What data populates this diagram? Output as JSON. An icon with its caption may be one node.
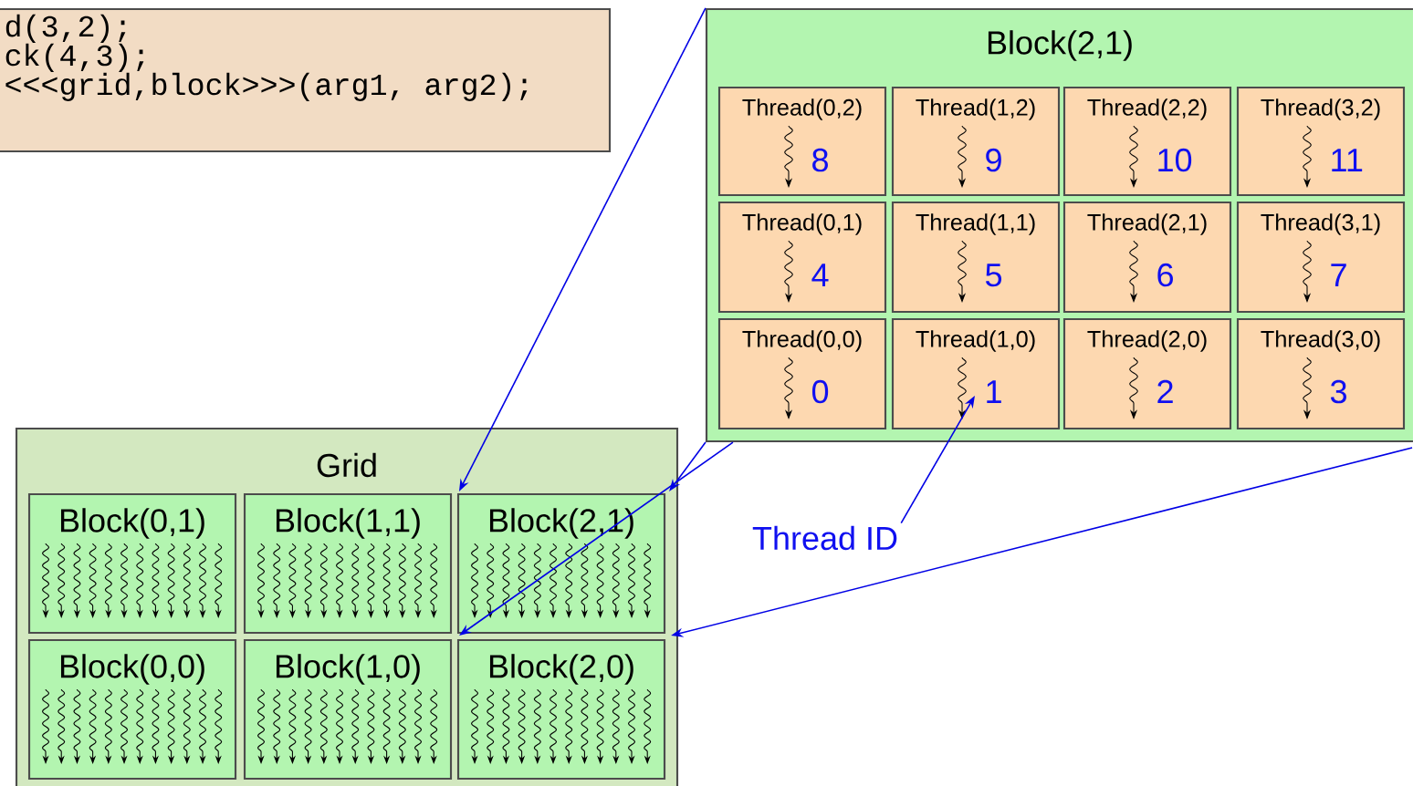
{
  "diagram": {
    "nodes": [
      {
        "text": [
          "d(3,2);",
          "ck(4,3);",
          "<<<grid,block>>>(arg1, arg2);"
        ]
      },
      {
        "text": [
          "Block(2,1)"
        ]
      },
      {
        "text": [
          "Thread(0,2)",
          "8"
        ],
        "in": 1
      },
      {
        "text": [
          "Thread(1,2)",
          "9"
        ],
        "in": 1
      },
      {
        "text": [
          "Thread(2,2)",
          "10"
        ],
        "in": 1
      },
      {
        "text": [
          "Thread(3,2)",
          "11"
        ],
        "in": 1
      },
      {
        "text": [
          "Thread(0,1)",
          "4"
        ],
        "in": 1
      },
      {
        "text": [
          "Thread(1,1)",
          "5"
        ],
        "in": 1
      },
      {
        "text": [
          "Thread(2,1)",
          "6"
        ],
        "in": 1
      },
      {
        "text": [
          "Thread(3,1)",
          "7"
        ],
        "in": 1
      },
      {
        "text": [
          "Thread(0,0)",
          "0"
        ],
        "in": 1
      },
      {
        "text": [
          "Thread(1,0)",
          "1"
        ],
        "in": 1
      },
      {
        "text": [
          "Thread(2,0)",
          "2"
        ],
        "in": 1
      },
      {
        "text": [
          "Thread(3,0)",
          "3"
        ],
        "in": 1
      },
      {
        "text": [
          "Grid"
        ]
      },
      {
        "text": [
          "Block(0,1)"
        ],
        "in": 14
      },
      {
        "text": [
          "Block(1,1)"
        ],
        "in": 14
      },
      {
        "text": [
          "Block(2,1)"
        ],
        "in": 14
      },
      {
        "text": [
          "Block(0,0)"
        ],
        "in": 14
      },
      {
        "text": [
          "Block(1,0)"
        ],
        "in": 14
      },
      {
        "text": [
          "Block(2,0)"
        ],
        "in": 14
      },
      {
        "text": [
          "Thread ID"
        ]
      }
    ],
    "edges": [
      {
        "from": 1,
        "to": 17,
        "arrow": "to"
      },
      {
        "from": 1,
        "to": 17,
        "arrow": "to"
      },
      {
        "from": 1,
        "to": 17,
        "arrow": "to"
      },
      {
        "from": 1,
        "to": 17,
        "arrow": "to"
      },
      {
        "from": 21,
        "to": 11,
        "arrow": "to"
      }
    ]
  }
}
